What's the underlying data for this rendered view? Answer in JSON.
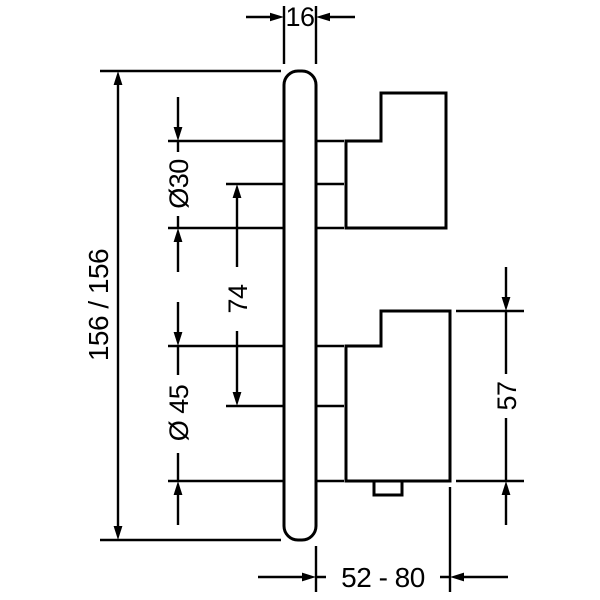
{
  "drawing": {
    "description": "Technical dimension drawing, side profile of thermostatic mixer faceplate with two knobs",
    "dimensions": {
      "plate_thickness": "16",
      "plate_size": "156 / 156",
      "top_knob_diameter": "Ø30",
      "knob_spacing": "74",
      "bottom_knob_diameter": "Ø 45",
      "bottom_knob_height": "57",
      "installation_depth": "52 - 80"
    },
    "colors": {
      "line": "#000000",
      "background": "#ffffff"
    }
  }
}
